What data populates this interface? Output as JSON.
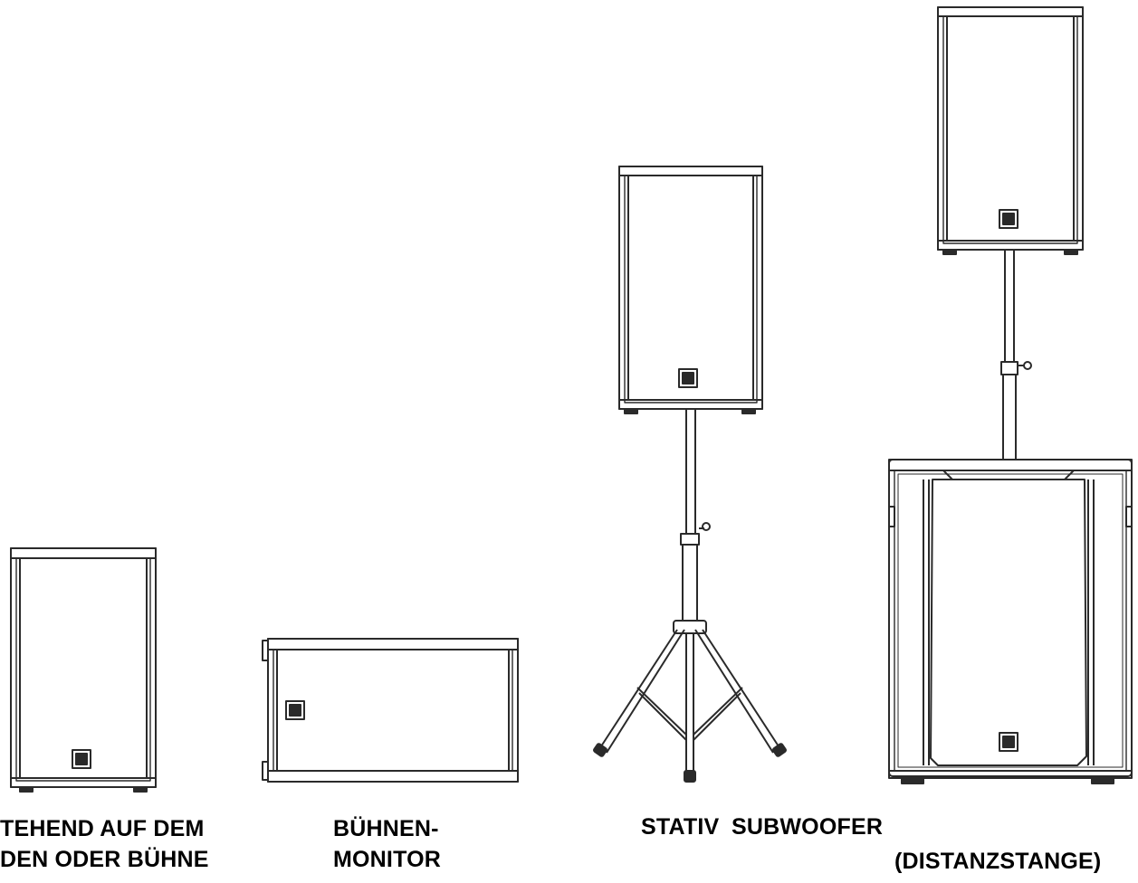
{
  "figure": {
    "stroke_color": "#2a2a2a",
    "background": "#ffffff",
    "badge_icon": "rcf-logo-badge"
  },
  "labels": {
    "floor_line1": "TEHEND AUF DEM",
    "floor_line2": "DEN ODER BÜHNE",
    "monitor_line1": "BÜHNEN-",
    "monitor_line2": "MONITOR",
    "tripod": "STATIV",
    "subwoofer": "SUBWOOFER",
    "pole": "(DISTANZSTANGE)"
  }
}
